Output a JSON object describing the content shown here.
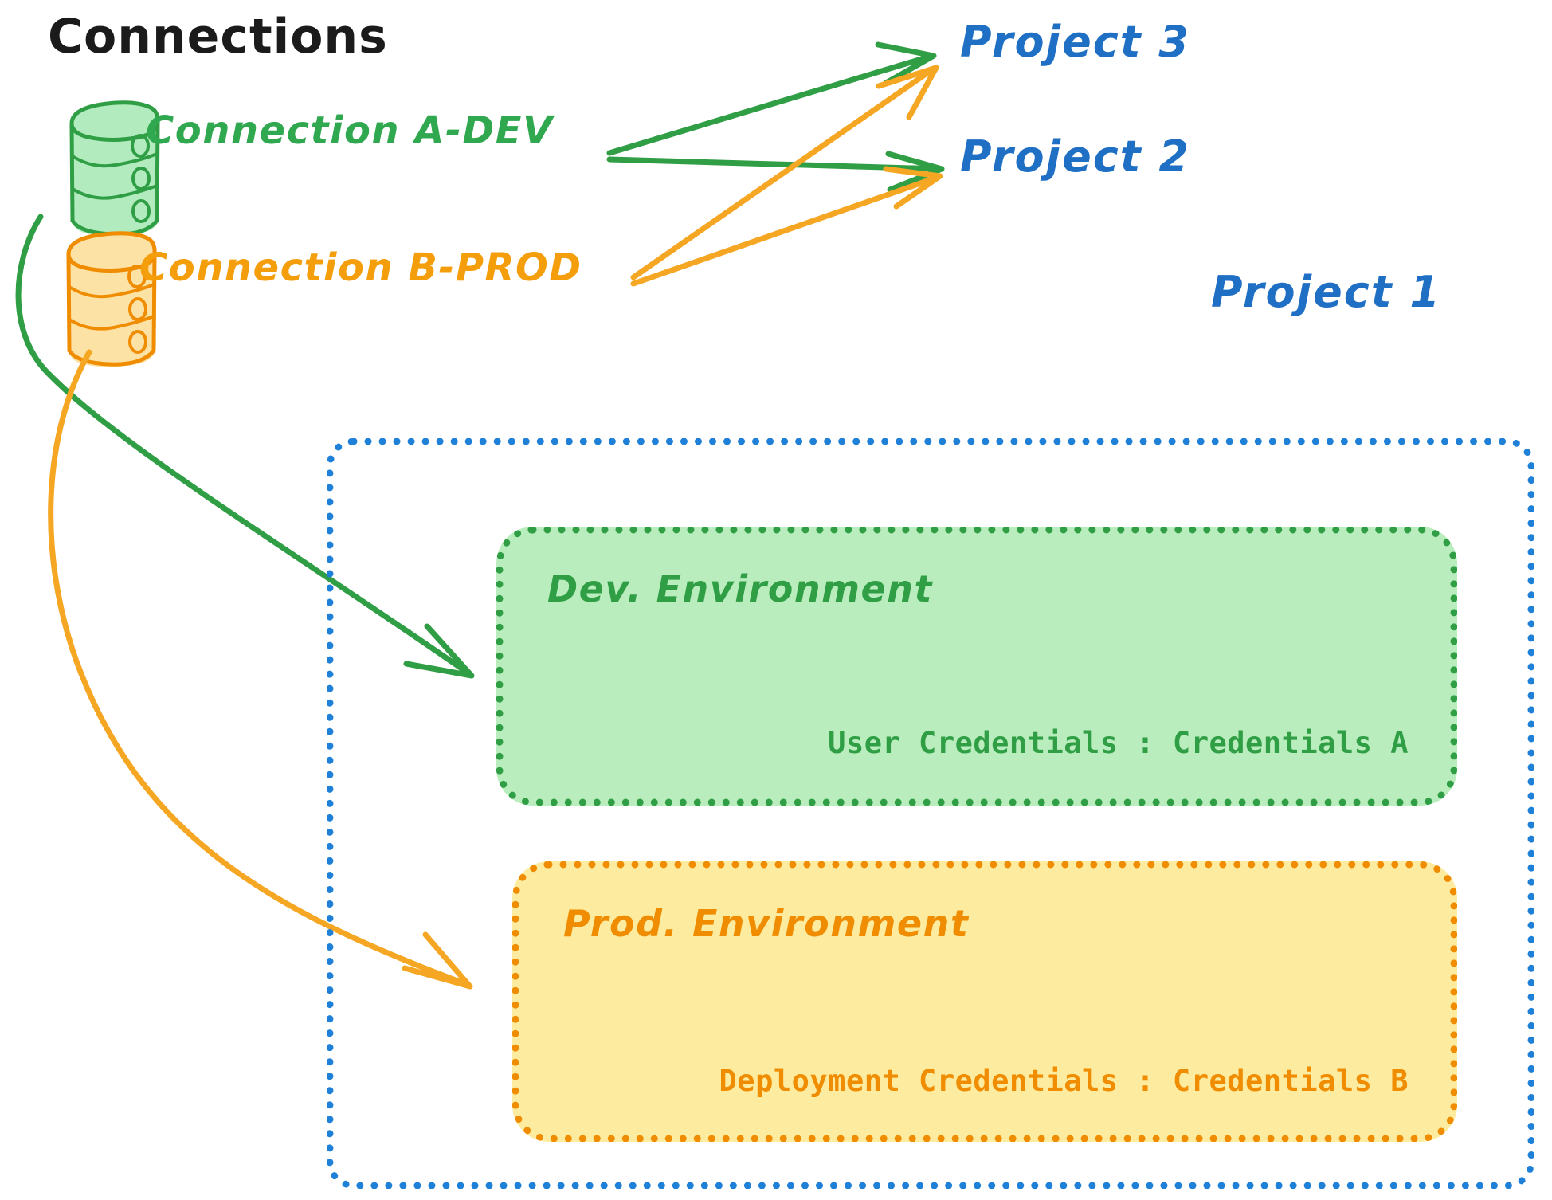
{
  "diagram": {
    "title": "Connections",
    "background": "#ffffff"
  },
  "colors": {
    "green_stroke": "#2f9e44",
    "green_text": "#2fa84f",
    "green_fill": "#b9edbd",
    "orange_stroke": "#f08c00",
    "orange_text": "#f59e0b",
    "orange_fill": "#fdeca0",
    "blue_stroke": "#1f80d8",
    "blue_text": "#1f6fc4",
    "title_text": "#1b1b1b"
  },
  "connections": [
    {
      "id": "connection-a-dev",
      "label": "Connection A-DEV",
      "color": "#2fa84f",
      "icon": "database-cylinder-icon"
    },
    {
      "id": "connection-b-prod",
      "label": "Connection B-PROD",
      "color": "#f59e0b",
      "icon": "database-cylinder-icon"
    }
  ],
  "projects": [
    {
      "id": "project-3",
      "label": "Project 3"
    },
    {
      "id": "project-2",
      "label": "Project 2"
    },
    {
      "id": "project-1",
      "label": "Project 1"
    }
  ],
  "project1": {
    "label": "Project 1",
    "environments": [
      {
        "id": "dev-environment",
        "title": "Dev. Environment",
        "credentials": "User Credentials : Credentials A",
        "color": "#2f9e44",
        "fill": "#b9edbd"
      },
      {
        "id": "prod-environment",
        "title": "Prod. Environment",
        "credentials": "Deployment Credentials : Credentials B",
        "color": "#f08c00",
        "fill": "#fdeca0"
      }
    ]
  },
  "edges": [
    {
      "from": "connection-a-dev",
      "to": "project-3",
      "color": "#2f9e44"
    },
    {
      "from": "connection-a-dev",
      "to": "project-2",
      "color": "#2f9e44"
    },
    {
      "from": "connection-a-dev",
      "to": "dev-environment",
      "color": "#2f9e44"
    },
    {
      "from": "connection-b-prod",
      "to": "project-3",
      "color": "#f5a623"
    },
    {
      "from": "connection-b-prod",
      "to": "project-2",
      "color": "#f5a623"
    },
    {
      "from": "connection-b-prod",
      "to": "prod-environment",
      "color": "#f5a623"
    }
  ]
}
